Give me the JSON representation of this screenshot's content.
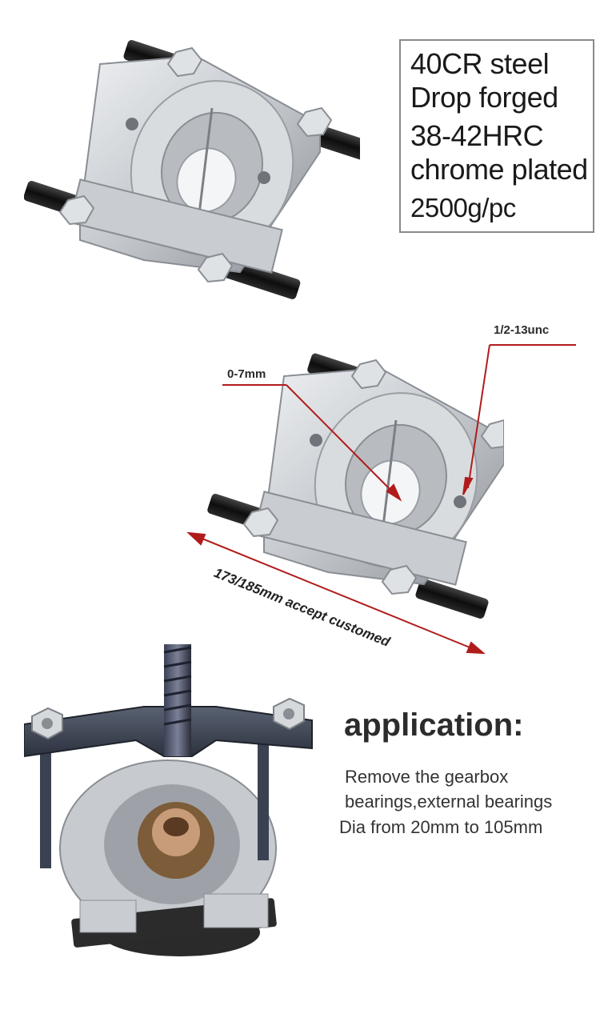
{
  "specs": {
    "lines": [
      "40CR steel",
      "Drop forged",
      "38-42HRC",
      "chrome plated",
      "2500g/pc"
    ]
  },
  "annotations": {
    "thread": "1/2-13unc",
    "opening": "0-7mm",
    "dimension": "173/185mm accept customed"
  },
  "application": {
    "title": "application:",
    "lines": [
      "Remove the gearbox",
      "bearings,external bearings",
      "Dia from 20mm to 105mm"
    ]
  },
  "colors": {
    "arrow": "#b01c1c",
    "steel": "#c8cbcf",
    "bolt": "#1c1c1c",
    "frame": "#3a4252"
  }
}
